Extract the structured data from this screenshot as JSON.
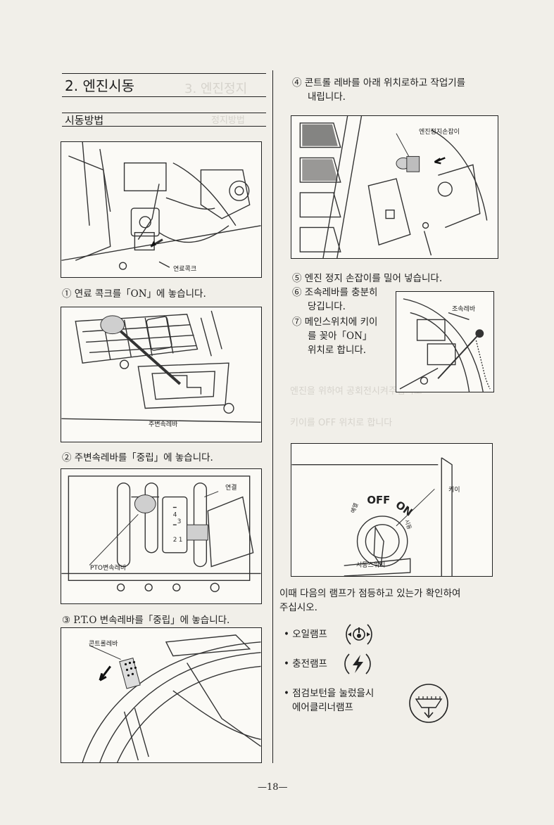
{
  "section_title": "2. 엔진시동",
  "subsection_title": "시동방법",
  "figures": {
    "fuel_cock_label": "연료콕크",
    "sub_shift_label": "주변속레바",
    "connect_label": "연결",
    "pto_label": "PTO변속레바",
    "control_lever_label": "콘트롤레바",
    "engine_stop_label": "엔진정지손잡이",
    "throttle_label": "조속레바",
    "key_label": "키이",
    "key_switch_label": "시동스위치",
    "switch_positions": [
      "예열",
      "OFF",
      "ON",
      "시동"
    ]
  },
  "steps": {
    "s1": "① 연료 콕크를「ON」에 놓습니다.",
    "s2": "② 주변속레바를「중립」에 놓습니다.",
    "s3": "③ P.T.O 변속레바를「중립」에 놓습니다.",
    "s4_line1": "④ 콘트롤 레바를 아래 위치로하고 작업기를",
    "s4_line2": "내립니다.",
    "s5": "⑤ 엔진 정지 손잡이를 밀어 넣습니다.",
    "s6_line1": "⑥ 조속레바를 충분히",
    "s6_line2": "당깁니다.",
    "s7_line1": "⑦ 메인스위치에 키이",
    "s7_line2": "를 꽂아「ON」",
    "s7_line3": "위치로 합니다."
  },
  "check_text_line1": "이때 다음의 램프가 점등하고 있는가 확인하여",
  "check_text_line2": "주십시오.",
  "lamps": {
    "oil": "• 오일램프",
    "charge": "• 충전램프",
    "air_line1": "• 점검보턴을 눌렀을시",
    "air_line2": "에어클리너램프"
  },
  "page_number": "—18—"
}
